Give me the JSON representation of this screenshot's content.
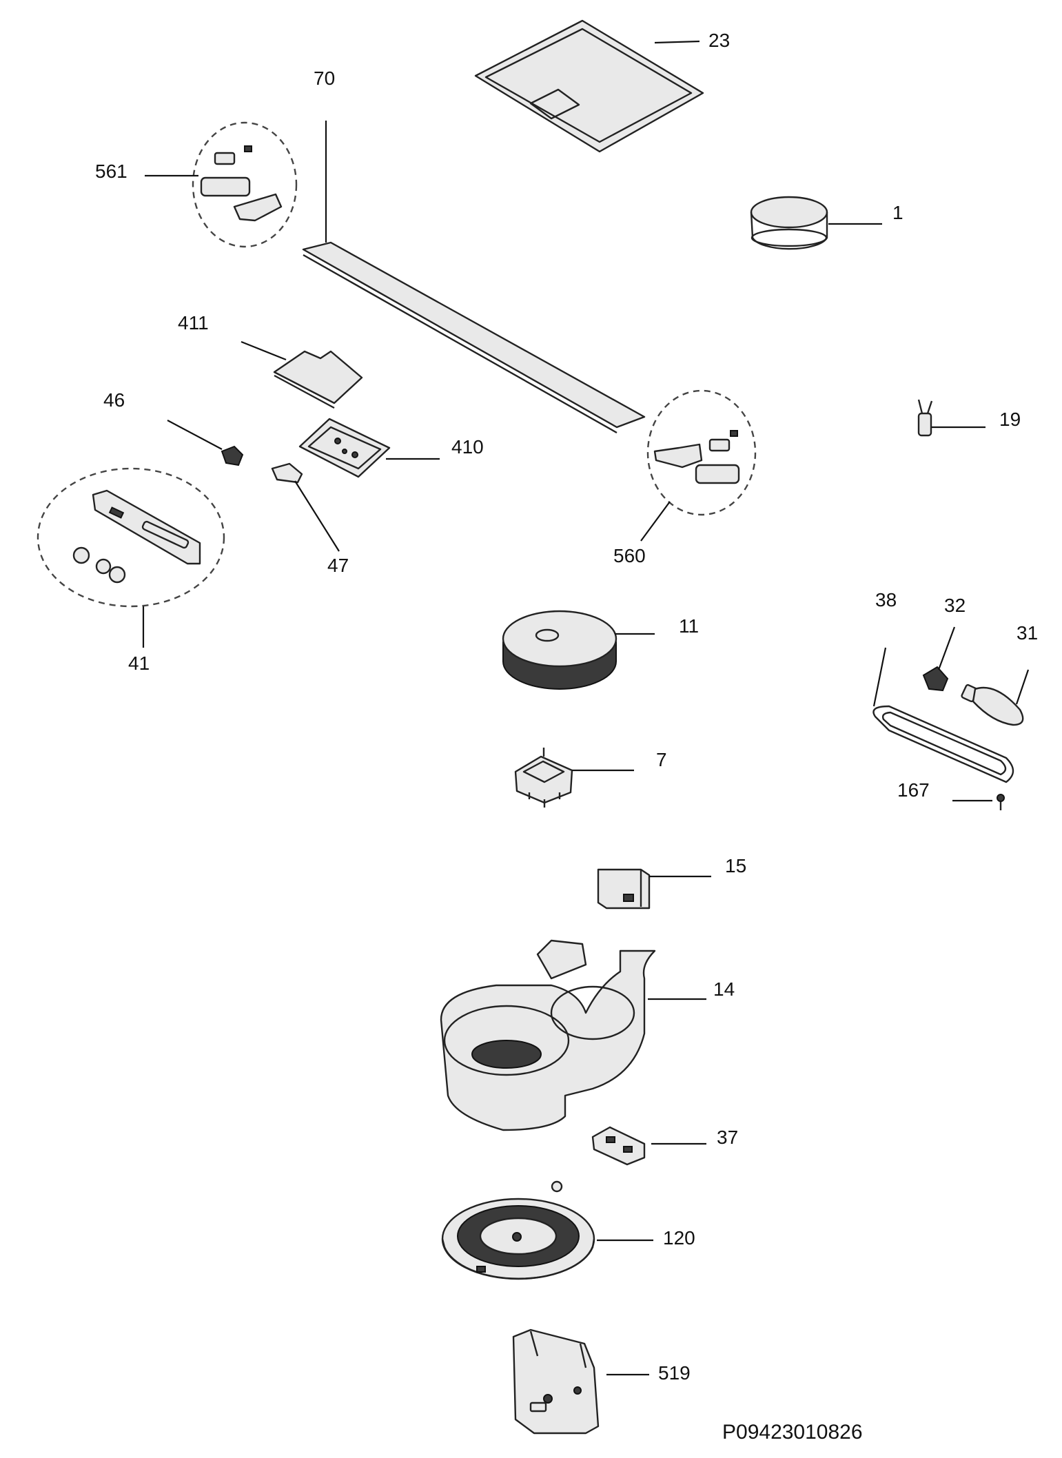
{
  "labels": {
    "p1": "1",
    "p7": "7",
    "p11": "11",
    "p14": "14",
    "p15": "15",
    "p19": "19",
    "p23": "23",
    "p31": "31",
    "p32": "32",
    "p37": "37",
    "p38": "38",
    "p41": "41",
    "p46": "46",
    "p47": "47",
    "p70": "70",
    "p120": "120",
    "p167": "167",
    "p410": "410",
    "p411": "411",
    "p519": "519",
    "p560": "560",
    "p561": "561"
  },
  "drawing_code": "P09423010826"
}
